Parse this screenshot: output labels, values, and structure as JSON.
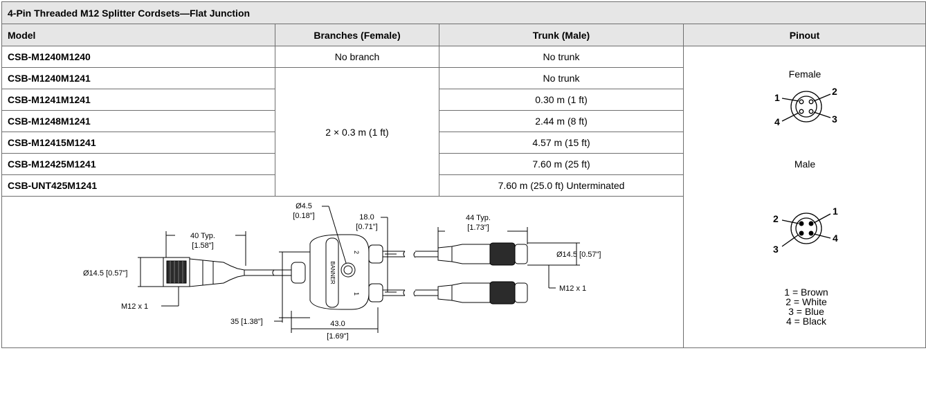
{
  "table_title": "4-Pin Threaded M12 Splitter Cordsets—Flat Junction",
  "headers": {
    "model": "Model",
    "branches": "Branches (Female)",
    "trunk": "Trunk (Male)",
    "pinout": "Pinout"
  },
  "rows": [
    {
      "model": "CSB-M1240M1240",
      "branches": "No branch",
      "trunk": "No trunk"
    },
    {
      "model": "CSB-M1240M1241",
      "trunk": "No trunk"
    },
    {
      "model": "CSB-M1241M1241",
      "trunk": "0.30 m (1 ft)"
    },
    {
      "model": "CSB-M1248M1241",
      "trunk": "2.44 m (8 ft)"
    },
    {
      "model": "CSB-M12415M1241",
      "trunk": "4.57 m (15 ft)"
    },
    {
      "model": "CSB-M12425M1241",
      "trunk": "7.60 m (25 ft)"
    },
    {
      "model": "CSB-UNT425M1241",
      "trunk": "7.60 m (25.0 ft) Unterminated"
    }
  ],
  "branches_merged": "2 × 0.3 m (1 ft)",
  "pinout": {
    "female_label": "Female",
    "male_label": "Male",
    "female_pins": {
      "p1": "1",
      "p2": "2",
      "p3": "3",
      "p4": "4"
    },
    "male_pins": {
      "p1": "1",
      "p2": "2",
      "p3": "3",
      "p4": "4"
    },
    "legend": [
      "1 = Brown",
      "2 = White",
      "3 = Blue",
      "4 = Black"
    ]
  },
  "drawing": {
    "d_typ40": "40 Typ.",
    "d_typ40_in": "[1.58\"]",
    "d_dia_left": "Ø14.5 [0.57\"]",
    "d_m12_left": "M12 x 1",
    "d_hole": "Ø4.5",
    "d_hole_in": "[0.18\"]",
    "d_18": "18.0",
    "d_18_in": "[0.71\"]",
    "d_35": "35 [1.38\"]",
    "d_43": "43.0",
    "d_43_in": "[1.69\"]",
    "d_typ44": "44 Typ.",
    "d_typ44_in": "[1.73\"]",
    "d_dia_right": "Ø14.5 [0.57\"]",
    "d_m12_right": "M12 x 1",
    "brand": "BANNER",
    "port1": "1",
    "port2": "2"
  }
}
